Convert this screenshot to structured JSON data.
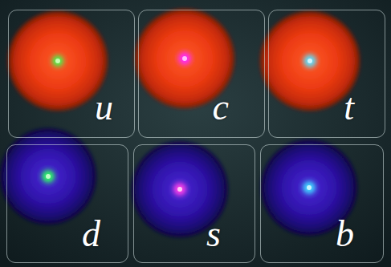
{
  "diagram": {
    "nodes": [
      {
        "text": [
          "u"
        ]
      },
      {
        "text": [
          "c"
        ]
      },
      {
        "text": [
          "t"
        ]
      },
      {
        "text": [
          "d"
        ]
      },
      {
        "text": [
          "s"
        ]
      },
      {
        "text": [
          "b"
        ]
      }
    ]
  }
}
